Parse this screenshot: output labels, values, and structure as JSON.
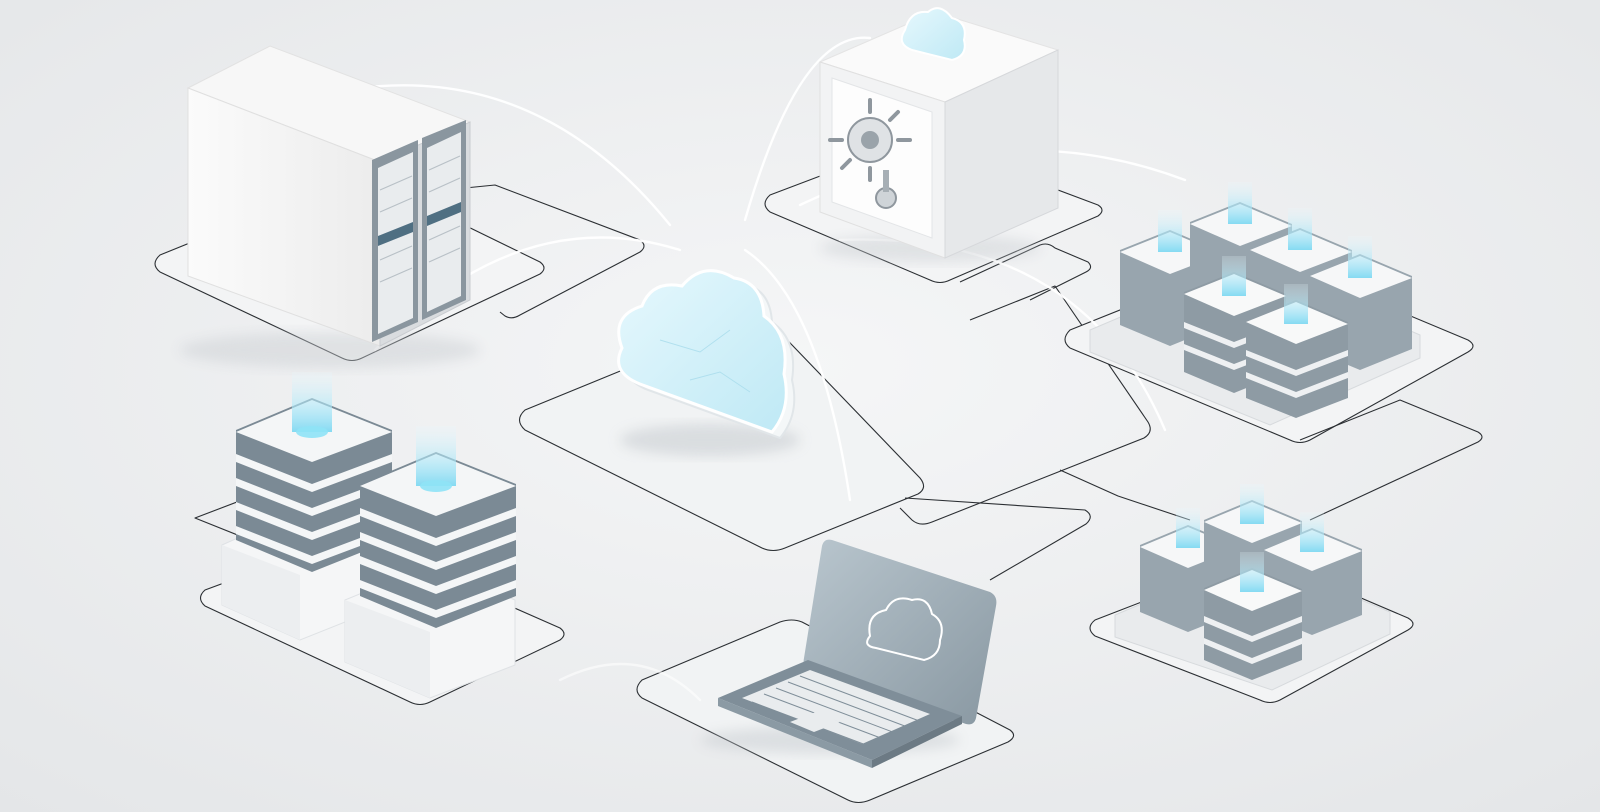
{
  "scene": {
    "background": "#eeeff0",
    "accent_glow": "#9fe3f5",
    "cloud_fill": "#cdeff8",
    "device_slate": "#7f8e99",
    "outline": "#2b2f33"
  },
  "nodes": [
    {
      "kind": "server-rack",
      "icon": "server-rack-icon"
    },
    {
      "kind": "safe-vault",
      "icon": "safe-icon"
    },
    {
      "kind": "cloud-hub",
      "icon": "cloud-icon"
    },
    {
      "kind": "server-stack-cluster",
      "icon": "server-stack-icon"
    },
    {
      "kind": "server-grid-large",
      "icon": "server-grid-icon"
    },
    {
      "kind": "server-grid-small",
      "icon": "server-grid-icon"
    },
    {
      "kind": "laptop",
      "icon": "laptop-icon"
    }
  ]
}
